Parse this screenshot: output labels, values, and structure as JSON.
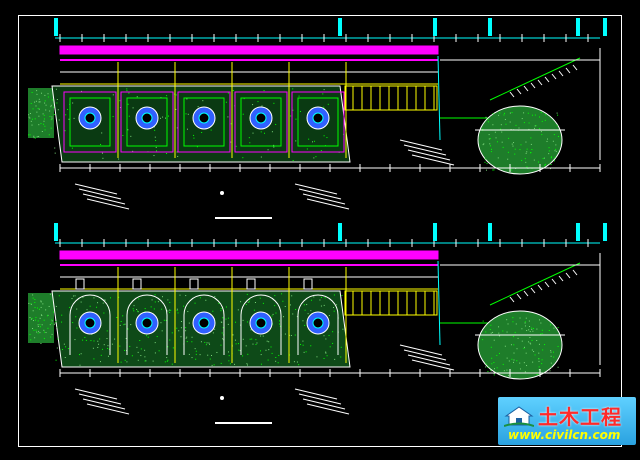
{
  "drawing": {
    "background": "#000000",
    "colors": {
      "frame": "#ffffff",
      "magenta": "#ff00ff",
      "yellow": "#ffff00",
      "green": "#00ff00",
      "cyan": "#00ffff",
      "white": "#ffffff",
      "red": "#ff0000",
      "soil": "#1e7d2a",
      "blue": "#3060ff"
    },
    "views": [
      {
        "name": "upper-plan-view",
        "culvert_count": 5
      },
      {
        "name": "lower-plan-view",
        "culvert_count": 5
      }
    ]
  },
  "watermark": {
    "title": "土木工程",
    "url": "www.civilcn.com",
    "icon": "house-icon"
  }
}
